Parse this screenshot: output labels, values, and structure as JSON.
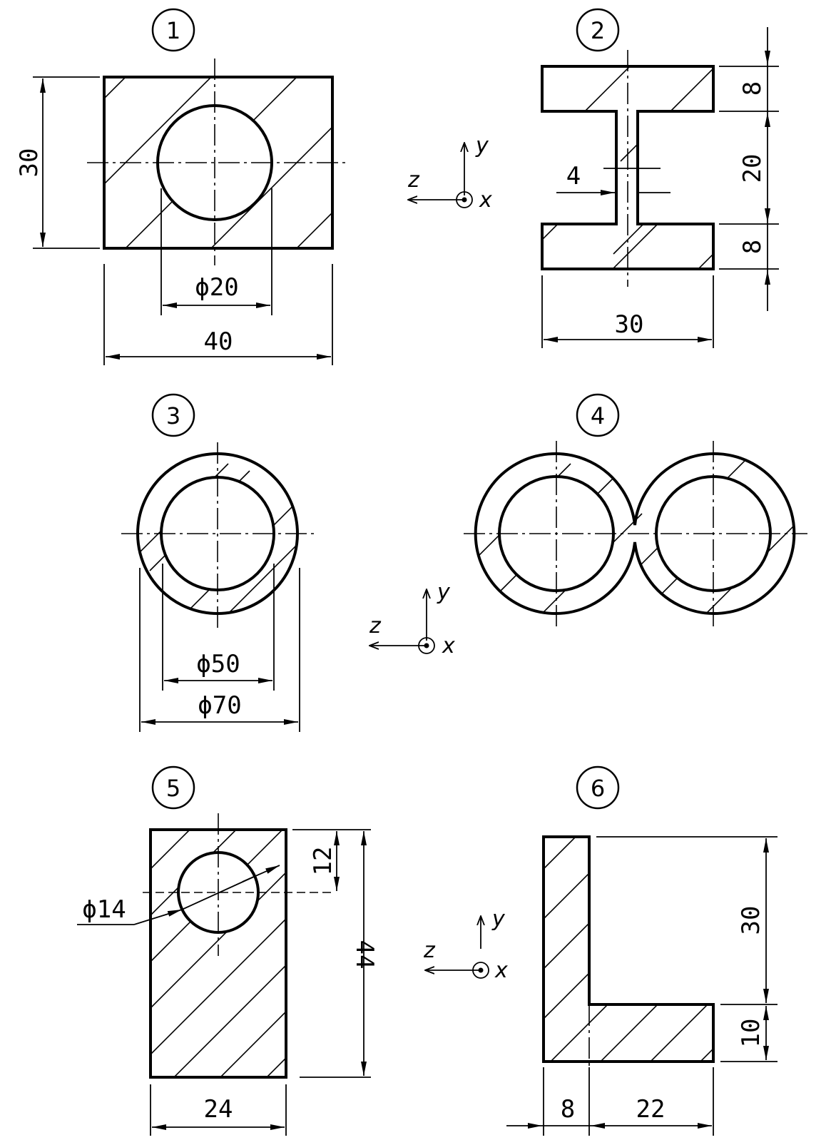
{
  "figures": [
    {
      "number": "1",
      "dims": {
        "height": "30",
        "diameter": "ϕ20",
        "width": "40"
      }
    },
    {
      "number": "2",
      "dims": {
        "top_flange": "8",
        "web_height": "20",
        "bottom_flange": "8",
        "web_thickness": "4",
        "width": "30"
      }
    },
    {
      "number": "3",
      "dims": {
        "inner_diameter": "ϕ50",
        "outer_diameter": "ϕ70"
      }
    },
    {
      "number": "4",
      "dims": {}
    },
    {
      "number": "5",
      "dims": {
        "hole_diameter": "ϕ14",
        "hole_offset": "12",
        "height": "44",
        "width": "24"
      }
    },
    {
      "number": "6",
      "dims": {
        "upper_height": "30",
        "base_height": "10",
        "web_thickness": "8",
        "base_length": "22"
      }
    }
  ],
  "axes": {
    "z": "z",
    "y": "y",
    "x": "x"
  }
}
